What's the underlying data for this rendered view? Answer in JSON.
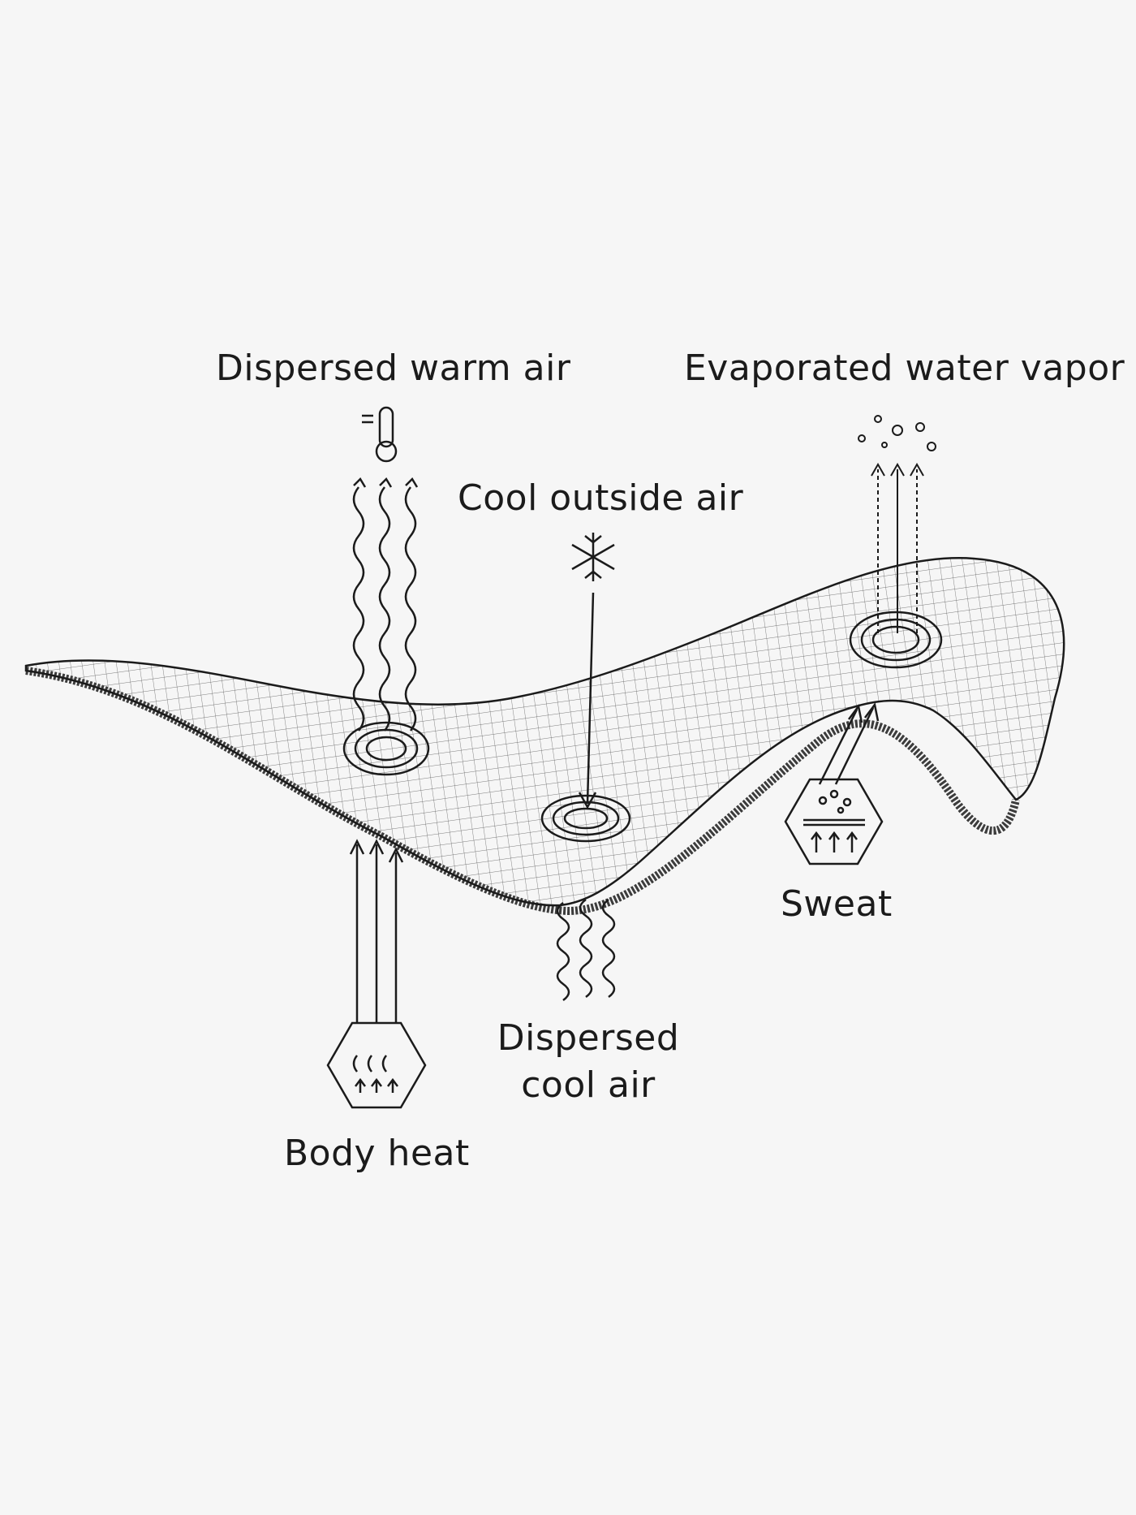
{
  "labels": {
    "dispersed_warm_air": "Dispersed warm air",
    "evaporated_water_vapor": "Evaporated water vapor",
    "cool_outside_air": "Cool outside air",
    "sweat": "Sweat",
    "dispersed_cool_air_line1": "Dispersed",
    "dispersed_cool_air_line2": "cool air",
    "body_heat": "Body heat"
  },
  "icons": {
    "thermometer": "thermometer-icon",
    "snowflake": "snowflake-icon",
    "vapor_bubbles": "vapor-bubbles-icon",
    "sweat_hexagon": "sweat-hexagon-icon",
    "body_heat_hexagon": "body-heat-hexagon-icon"
  },
  "colors": {
    "background": "#f6f6f6",
    "line": "#1b1b1b",
    "fabric_fill": "#ffffff"
  }
}
